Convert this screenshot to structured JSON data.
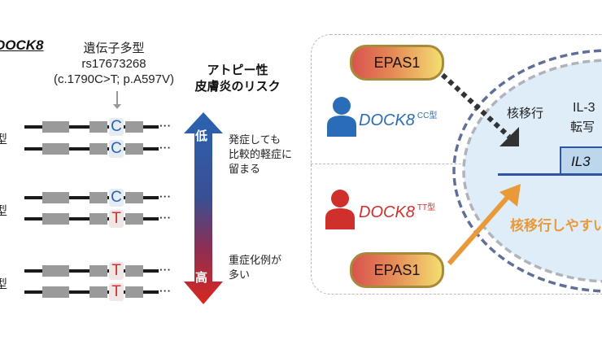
{
  "left": {
    "gene_title": "DOCK8",
    "snp": {
      "heading": "遺伝子多型",
      "id": "rs17673268",
      "change": "(c.1790C>T; p.A597V)"
    },
    "genotypes": [
      {
        "label": "CC型",
        "visible_label": "型",
        "alleles": [
          "C",
          "C"
        ]
      },
      {
        "label": "CT型",
        "visible_label": "型",
        "alleles": [
          "C",
          "T"
        ]
      },
      {
        "label": "TT型",
        "visible_label": "型",
        "alleles": [
          "T",
          "T"
        ]
      }
    ]
  },
  "risk": {
    "title_line1": "アトピー性",
    "title_line2": "皮膚炎のリスク",
    "low": "低",
    "high": "高",
    "low_note": [
      "発症しても",
      "比較的軽症に",
      "留まる"
    ],
    "high_note": [
      "重症化例が",
      "多い"
    ],
    "colors": {
      "low": "#2b63b0",
      "high": "#d9271f"
    }
  },
  "right": {
    "top": {
      "protein": "EPAS1",
      "person": "DOCK8",
      "genotype": "CC型",
      "person_color": "#2b6cb8"
    },
    "bottom": {
      "protein": "EPAS1",
      "person": "DOCK8",
      "genotype": "TT型",
      "person_color": "#d0302b"
    },
    "nucleus": {
      "translocation": "核移行",
      "factor_line1": "IL-3",
      "factor_line2": "転写",
      "gene": "IL3",
      "easy_translocation": "核移行しやすい",
      "accent": "#e89a3a"
    }
  }
}
